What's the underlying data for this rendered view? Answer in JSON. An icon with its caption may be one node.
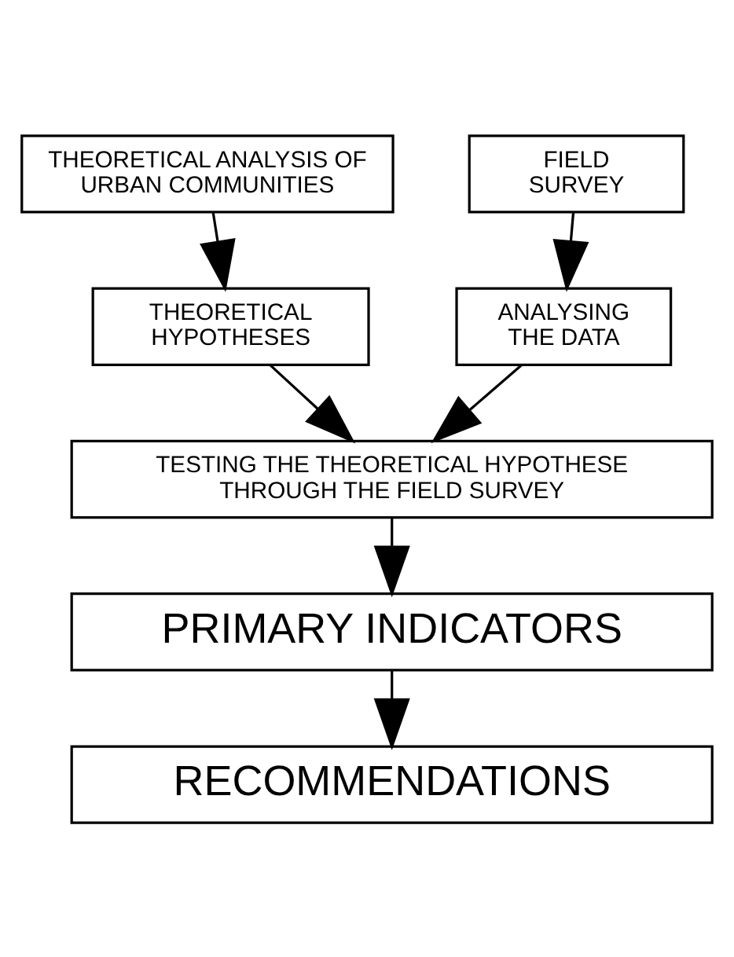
{
  "diagram": {
    "nodes": [
      {
        "text": [
          "THEORETICAL ANALYSIS OF URBAN COMMUNITIES"
        ]
      },
      {
        "text": [
          "THEORETICAL HYPOTHESES"
        ]
      },
      {
        "text": [
          "FIELD SURVEY"
        ]
      },
      {
        "text": [
          "ANALYSING THE DATA"
        ]
      },
      {
        "text": [
          "TESTING THE THEORETICAL HYPOTHESE THROUGH THE FIELD SURVEY"
        ]
      },
      {
        "text": [
          "PRIMARY INDICATORS"
        ]
      },
      {
        "text": [
          "RECOMMENDATIONS"
        ]
      }
    ],
    "edges": [
      {
        "from": 0,
        "to": 1,
        "arrow": "to"
      },
      {
        "from": 2,
        "to": 3,
        "arrow": "to"
      },
      {
        "from": 3,
        "to": 4,
        "arrow": "to"
      },
      {
        "from": 1,
        "to": 4,
        "arrow": "to"
      },
      {
        "from": 4,
        "to": 5,
        "arrow": "to"
      },
      {
        "from": 5,
        "to": 6,
        "arrow": "to"
      }
    ]
  }
}
